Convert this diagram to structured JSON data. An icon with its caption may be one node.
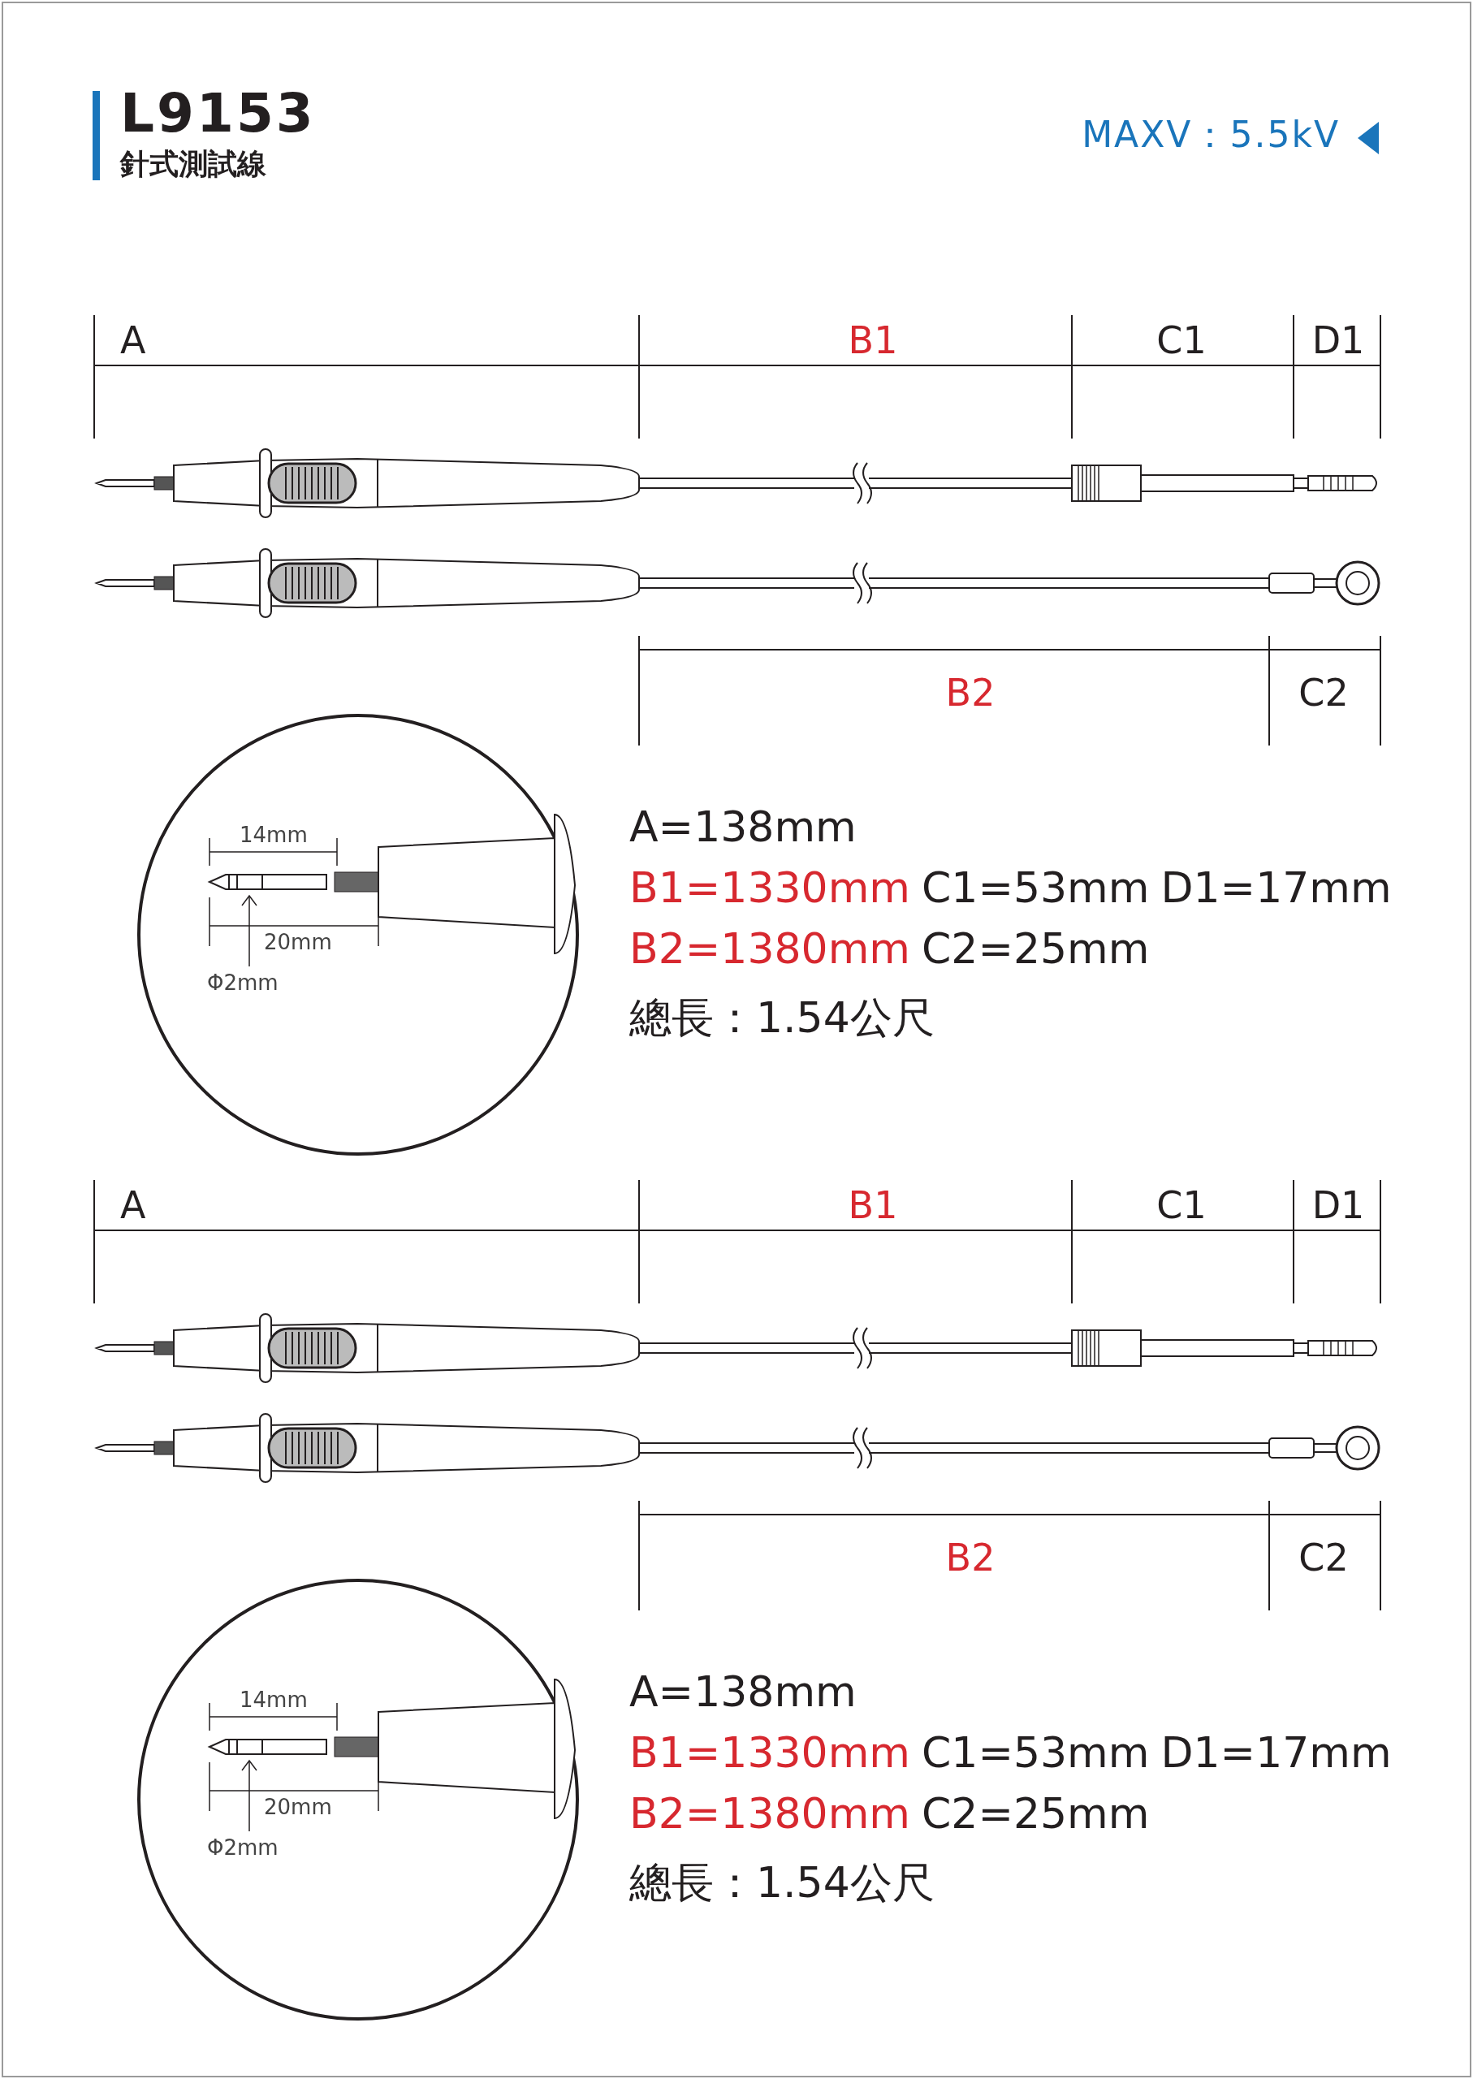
{
  "diagram": {
    "title": "L9153",
    "labels": [
      "針式測試線",
      "MAXV：5.5kV",
      "A",
      "B1",
      "C1",
      "D1",
      "B2",
      "C2",
      "14mm",
      "20mm",
      "Φ2mm",
      "A=138mm",
      "B1=1330mm",
      "C1=53mm",
      "D1=17mm",
      "B2=1380mm",
      "C2=25mm",
      "總長：1.54公尺",
      "A",
      "B1",
      "C1",
      "D1",
      "B2",
      "C2",
      "14mm",
      "20mm",
      "Φ2mm",
      "A=138mm",
      "B1=1330mm",
      "C1=53mm",
      "D1=17mm",
      "B2=1380mm",
      "C2=25mm",
      "總長：1.54公尺"
    ]
  }
}
